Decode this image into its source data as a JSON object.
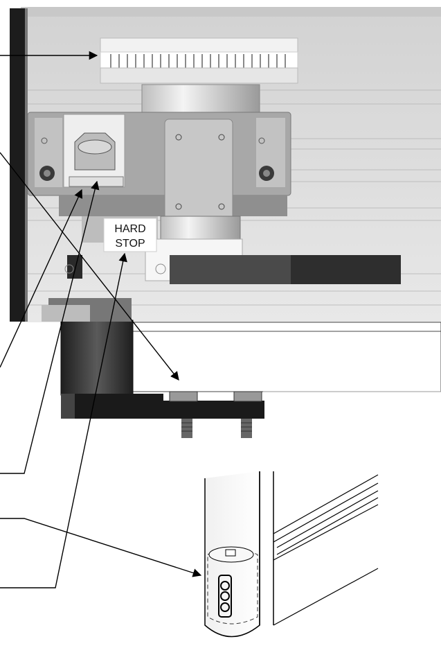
{
  "diagram": {
    "callouts": [
      {
        "id": "hard-stop",
        "text_lines": [
          "HARD",
          "STOP"
        ]
      }
    ],
    "colors": {
      "background": "#ffffff",
      "metal_light": "#d9d9d9",
      "metal_mid": "#a9a9a9",
      "metal_dark": "#2b2b2b",
      "line": "#000000"
    }
  }
}
